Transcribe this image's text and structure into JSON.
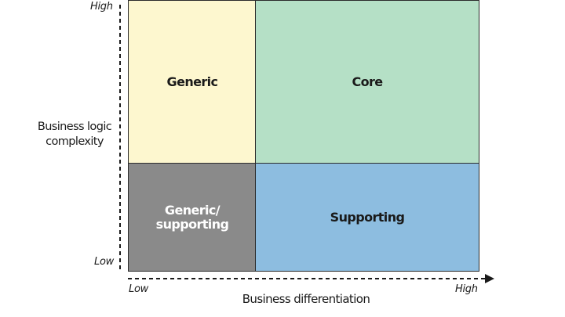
{
  "quadrants": {
    "generic": "Generic",
    "core": "Core",
    "generic_supporting": "Generic/\nsupporting",
    "supporting": "Supporting"
  },
  "y_axis": {
    "label_line1": "Business logic",
    "label_line2": "complexity",
    "high": "High",
    "low": "Low"
  },
  "x_axis": {
    "label": "Business differentiation",
    "low": "Low",
    "high": "High"
  },
  "colors": {
    "generic": "#fdf7cf",
    "core": "#b5e0c6",
    "generic_supporting": "#8a8a8a",
    "supporting": "#8dbde0"
  }
}
